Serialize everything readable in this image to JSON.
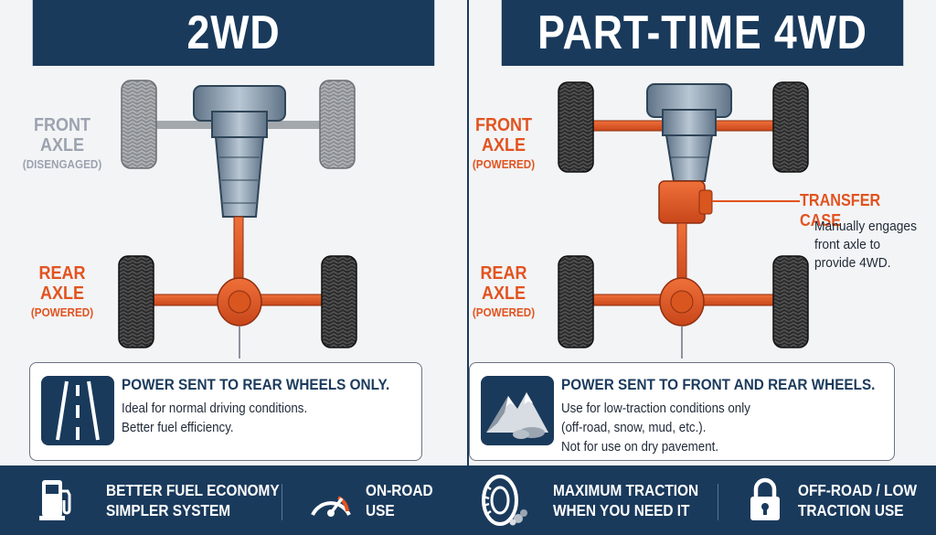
{
  "colors": {
    "navy": "#1a3a5c",
    "powered_orange": "#e2531f",
    "disengaged_gray": "#9ca3af",
    "background": "#f3f4f6"
  },
  "left_panel": {
    "title": "2WD",
    "front_axle": {
      "line1": "FRONT",
      "line2": "AXLE",
      "status": "(DISENGAGED)"
    },
    "rear_axle": {
      "line1": "REAR",
      "line2": "AXLE",
      "status": "(POWERED)"
    },
    "info": {
      "icon": "road-icon",
      "title": "POWER SENT TO REAR WHEELS ONLY.",
      "lines": [
        "Ideal for normal driving conditions.",
        "Better fuel efficiency."
      ]
    },
    "footer": [
      {
        "icon": "fuel-pump-icon",
        "line1": "BETTER FUEL ECONOMY",
        "line2": "SIMPLER SYSTEM"
      },
      {
        "icon": "speedometer-icon",
        "line1": "ON-ROAD",
        "line2": "USE"
      }
    ]
  },
  "right_panel": {
    "title": "PART-TIME 4WD",
    "front_axle": {
      "line1": "FRONT",
      "line2": "AXLE",
      "status": "(POWERED)"
    },
    "rear_axle": {
      "line1": "REAR",
      "line2": "AXLE",
      "status": "(POWERED)"
    },
    "transfer_case": {
      "title": "TRANSFER CASE",
      "lines": [
        "Manually engages",
        "front axle to",
        "provide 4WD."
      ]
    },
    "info": {
      "icon": "mountain-icon",
      "title": "POWER SENT TO FRONT AND REAR WHEELS.",
      "lines": [
        "Use for low-traction conditions only",
        "(off-road, snow, mud, etc.).",
        "Not for use on dry pavement."
      ]
    },
    "footer": [
      {
        "icon": "tire-icon",
        "line1": "MAXIMUM TRACTION",
        "line2": "WHEN YOU NEED IT"
      },
      {
        "icon": "lock-icon",
        "line1": "OFF-ROAD / LOW",
        "line2": "TRACTION USE"
      }
    ]
  }
}
